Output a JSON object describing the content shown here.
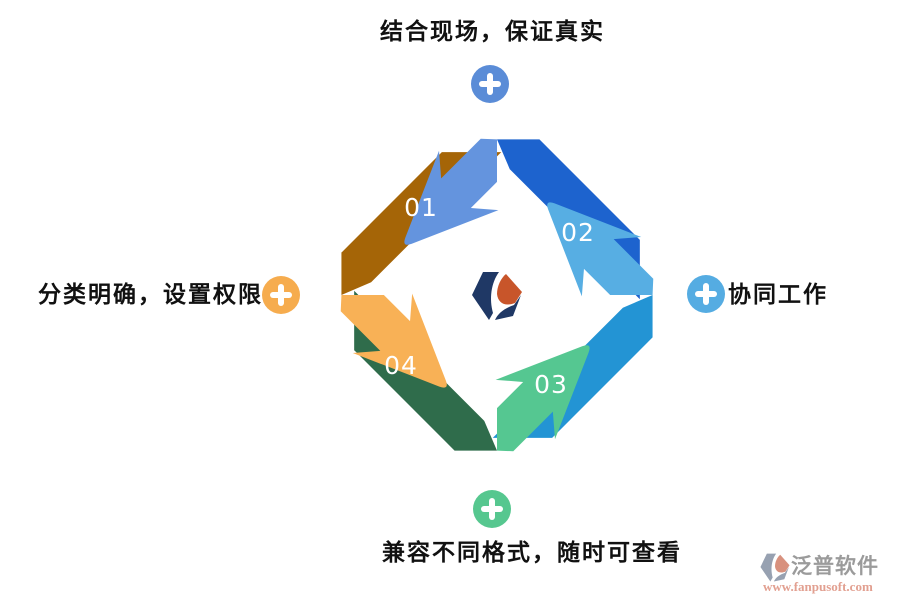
{
  "callouts": {
    "top": {
      "text": "结合现场，保证真实",
      "icon": "plus-icon",
      "icon_color": "#5A8CD7"
    },
    "right": {
      "text": "协同工作",
      "icon": "plus-icon",
      "icon_color": "#55ACE2"
    },
    "bottom": {
      "text": "兼容不同格式，随时可查看",
      "icon": "plus-icon",
      "icon_color": "#56C78F"
    },
    "left": {
      "text": "分类明确，设置权限",
      "icon": "plus-icon",
      "icon_color": "#F6AC4E"
    }
  },
  "cycle": {
    "steps": [
      {
        "id": "01",
        "body_color": "#6494DE",
        "fold_color": "#1D63CE"
      },
      {
        "id": "02",
        "body_color": "#57AEE3",
        "fold_color": "#2394D4"
      },
      {
        "id": "03",
        "body_color": "#55C791",
        "fold_color": "#2F6C4B"
      },
      {
        "id": "04",
        "body_color": "#F8B156",
        "fold_color": "#A56507"
      }
    ],
    "center_logo": {
      "navy": "#1F3865",
      "orange": "#C8552A"
    }
  },
  "watermark": {
    "brand": "泛普软件",
    "url": "www.fanpusoft.com",
    "brand_color": "#9B9B9B",
    "url_color": "#E2A091",
    "logo_gray": "#97A1B1",
    "logo_salmon": "#D8917E"
  }
}
